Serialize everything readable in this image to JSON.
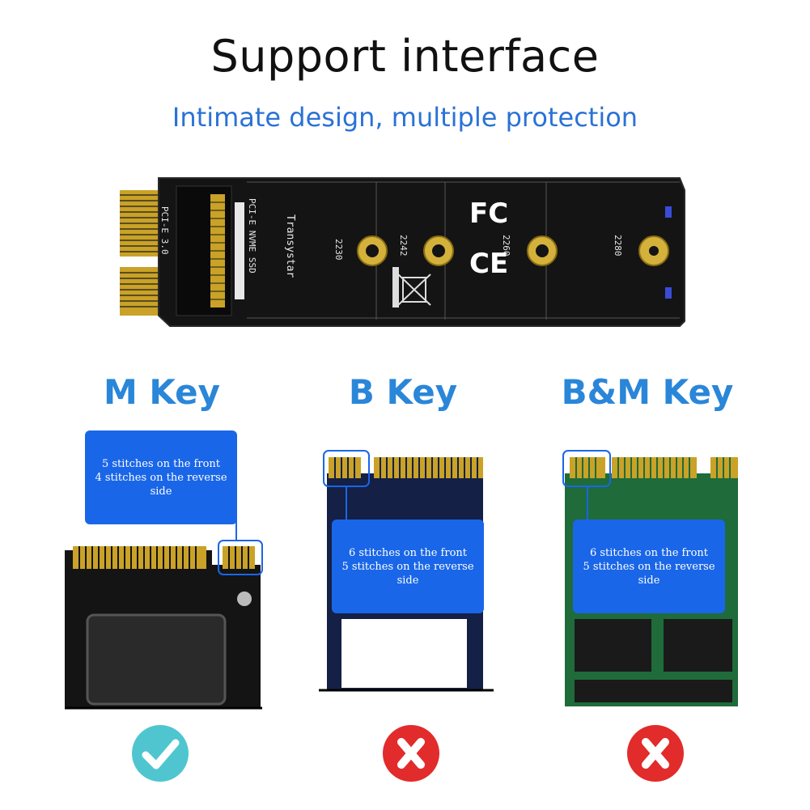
{
  "title": "Support interface",
  "subtitle": "Intimate design, multiple protection",
  "adapter": {
    "labels": [
      "PCI-E 3.0",
      "PCI-E NVME SSD",
      "Transystar",
      "2230",
      "2242",
      "2260",
      "2280"
    ],
    "cert_marks": [
      "FC",
      "CE"
    ]
  },
  "keys": [
    {
      "label": "M Key",
      "line1": "5 stitches on the front",
      "line2": "4 stitches on the reverse side",
      "status": "supported",
      "status_icon": "check-icon",
      "color": "#4fc6cf"
    },
    {
      "label": "B Key",
      "line1": "6 stitches on the front",
      "line2": "5 stitches on the reverse side",
      "status": "not-supported",
      "status_icon": "cross-icon",
      "color": "#e22b2b"
    },
    {
      "label": "B&M Key",
      "line1": "6 stitches on the front",
      "line2": "5 stitches on the reverse side",
      "status": "not-supported",
      "status_icon": "cross-icon",
      "color": "#e22b2b"
    }
  ],
  "colors": {
    "accent": "#2a86d8",
    "callout": "#1a66e8",
    "check": "#4fc6cf",
    "cross": "#e22b2b"
  }
}
